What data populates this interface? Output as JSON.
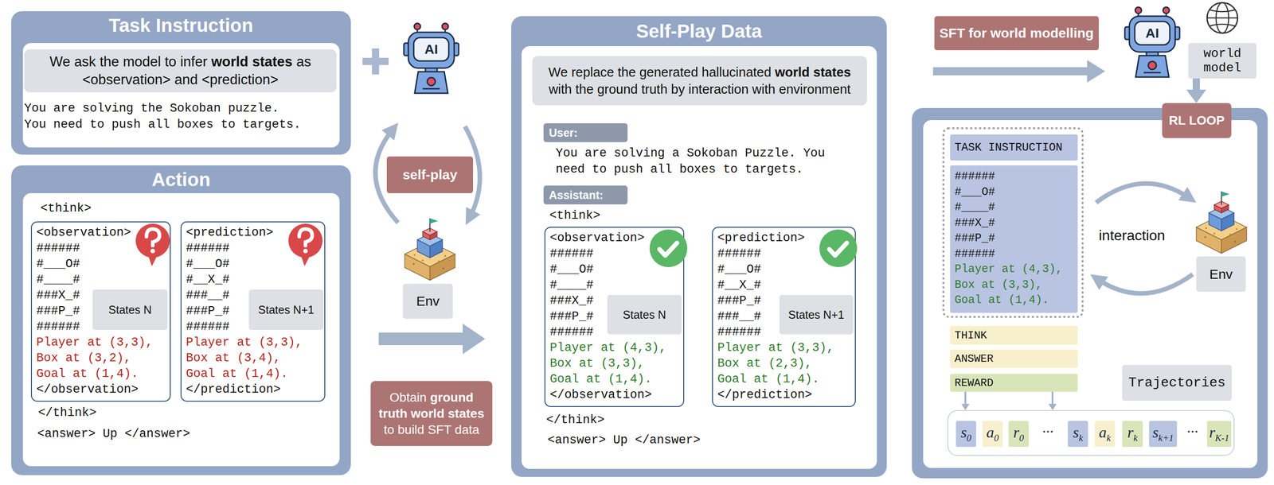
{
  "diagram": {
    "nodes": [
      {
        "text": [
          "Task Instruction",
          "You are solving the Sokoban puzzle. You need to push all boxes to targets."
        ]
      },
      {
        "text": [
          "We ask the model to infer",
          "world states",
          "as <observation> and <prediction>"
        ],
        "in": 0
      },
      {
        "text": [
          "Action",
          "<think>",
          "</think>",
          "<answer> Up </answer>"
        ]
      },
      {
        "text": [
          "<observation>",
          "###### #___O# #____# ###X_# ###P_# ######",
          "Player at (3,3), Box at (3,2), Goal at (1,4).",
          "</observation>"
        ],
        "in": 2
      },
      {
        "text": [
          "States N"
        ],
        "in": 3
      },
      {
        "text": [
          "<prediction>",
          "###### #___O# #__X_# ###__# ###P_# ######",
          "Player at (3,3), Box at (3,4), Goal at (1,4).",
          "</prediction>"
        ],
        "in": 2
      },
      {
        "text": [
          "States N+1"
        ],
        "in": 5
      },
      {
        "text": [
          "self-play"
        ]
      },
      {
        "text": [
          "Env"
        ]
      },
      {
        "text": [
          "Obtain",
          "ground truth",
          "world states",
          "to build SFT data"
        ]
      },
      {
        "text": [
          "Self-Play Data",
          "You are solving a Sokoban Puzzle. You need to push all boxes to targets.",
          "<think>",
          "</think>",
          "<answer> Up </answer>"
        ]
      },
      {
        "text": [
          "We replace the generated hallucinated",
          "world states",
          "with the ground truth by interaction with environment"
        ],
        "in": 10
      },
      {
        "text": [
          "User:"
        ],
        "in": 10
      },
      {
        "text": [
          "Assistant:"
        ],
        "in": 10
      },
      {
        "text": [
          "<observation>",
          "###### #___O# #____# ###X_# ###P_# ######",
          "Player at (4,3), Box at (3,3), Goal at (1,4).",
          "</observation>"
        ],
        "in": 10
      },
      {
        "text": [
          "States N"
        ],
        "in": 14
      },
      {
        "text": [
          "<prediction>",
          "###### #___O# #__X_# ###P_# ###__# ######",
          "Player at (3,3), Box at (2,3), Goal at (1,4).",
          "</prediction>"
        ],
        "in": 10
      },
      {
        "text": [
          "States N+1"
        ],
        "in": 16
      },
      {
        "text": [
          "SFT for world modelling"
        ]
      },
      {
        "text": [
          "world model"
        ]
      },
      {
        "text": [
          "RL LOOP"
        ]
      },
      {
        "text": [
          "interaction"
        ]
      },
      {
        "text": [
          "TASK INSTRUCTION"
        ],
        "in": 21
      },
      {
        "text": [
          "###### #___O# #____# ###X_# ###P_# ######",
          "Player at (4,3), Box at (3,3), Goal at (1,4)."
        ],
        "in": 21
      },
      {
        "text": [
          "THINK"
        ],
        "in": 21
      },
      {
        "text": [
          "ANSWER"
        ],
        "in": 21
      },
      {
        "text": [
          "REWARD"
        ],
        "in": 21
      },
      {
        "text": [
          "Env"
        ],
        "in": 21
      },
      {
        "text": [
          "Trajectories"
        ],
        "in": 21
      },
      {
        "text": [
          "...",
          "..."
        ],
        "in": 21
      },
      {
        "text": [
          "s",
          "0"
        ],
        "in": 29
      },
      {
        "text": [
          "a",
          "0"
        ],
        "in": 29
      },
      {
        "text": [
          "r",
          "0"
        ],
        "in": 29
      },
      {
        "text": [
          "s",
          "k"
        ],
        "in": 29
      },
      {
        "text": [
          "a",
          "k"
        ],
        "in": 29
      },
      {
        "text": [
          "r",
          "k"
        ],
        "in": 29
      },
      {
        "text": [
          "s",
          "k+1"
        ],
        "in": 29
      },
      {
        "text": [
          "r",
          "K-1"
        ],
        "in": 29
      }
    ],
    "edges": [
      {
        "from": 19,
        "to": 20,
        "arrow": "to"
      },
      {
        "from": 26,
        "to": 29,
        "arrow": "to"
      },
      {
        "from": 26,
        "to": 29,
        "arrow": "to"
      }
    ],
    "labels": [
      "AI",
      "AI"
    ]
  }
}
